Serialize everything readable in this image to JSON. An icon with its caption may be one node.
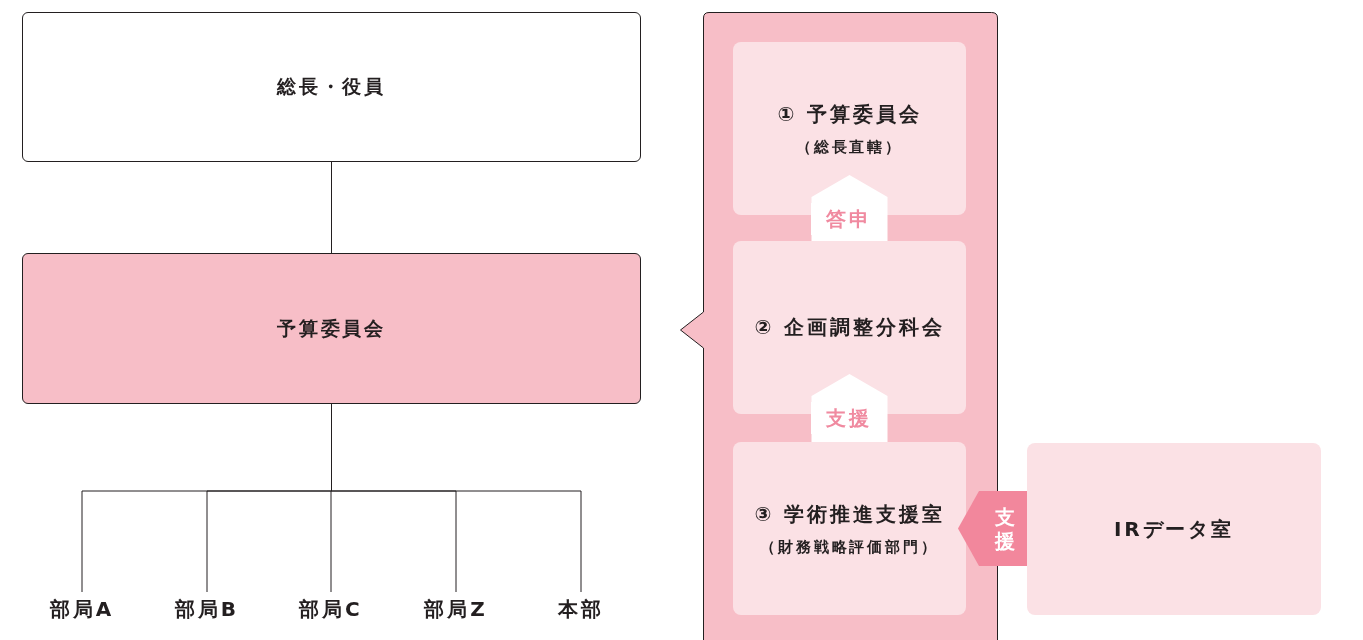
{
  "diagram": {
    "nodes": [
      {
        "text": [
          "総長・役員"
        ]
      },
      {
        "text": [
          "予算委員会"
        ]
      },
      {
        "text": [
          "部局A"
        ]
      },
      {
        "text": [
          "部局B"
        ]
      },
      {
        "text": [
          "部局C"
        ]
      },
      {
        "text": [
          "部局Z"
        ]
      },
      {
        "text": [
          "本部"
        ]
      },
      {
        "text": [],
        "shape": "box"
      },
      {
        "text": [
          "① 予算委員会",
          "（総長直轄）"
        ],
        "in": 7
      },
      {
        "text": [
          "② 企画調整分科会"
        ],
        "in": 7
      },
      {
        "text": [
          "③ 学術推進支援室",
          "（財務戦略評価部門）"
        ],
        "in": 7
      },
      {
        "text": [
          "IRデータ室"
        ]
      }
    ],
    "edges": [
      {
        "from": 0,
        "to": 1,
        "arrow": "none"
      },
      {
        "from": 1,
        "to": 2,
        "arrow": "none"
      },
      {
        "from": 1,
        "to": 3,
        "arrow": "none"
      },
      {
        "from": 1,
        "to": 4,
        "arrow": "none"
      },
      {
        "from": 1,
        "to": 5,
        "arrow": "none"
      },
      {
        "from": 1,
        "to": 6,
        "arrow": "none"
      },
      {
        "from": 9,
        "to": 8,
        "arrow": "to",
        "label": "答申",
        "style": "thick",
        "color": "#ffffff"
      },
      {
        "from": 10,
        "to": 9,
        "arrow": "to",
        "label": "支援",
        "style": "thick",
        "color": "#ffffff"
      },
      {
        "from": 11,
        "to": 10,
        "arrow": "to",
        "label": "支援",
        "style": "thick",
        "color": "#f2879c"
      }
    ]
  }
}
